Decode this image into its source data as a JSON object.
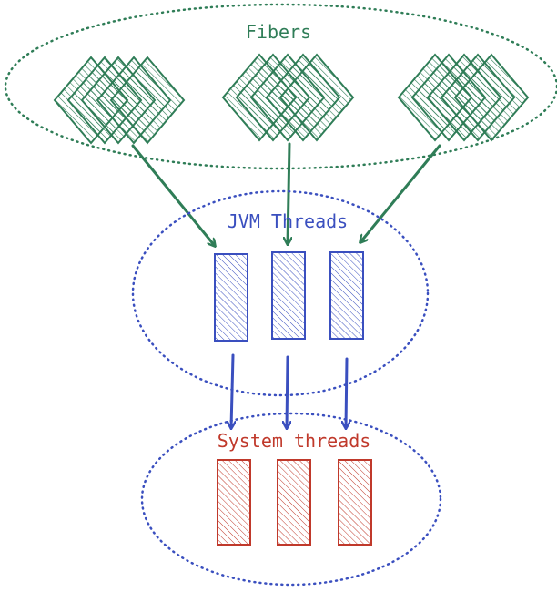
{
  "groups": {
    "fibers": {
      "label": "Fibers",
      "color": "#2f7d57",
      "cluster_count": 3
    },
    "jvm_threads": {
      "label": "JVM Threads",
      "color": "#3a4fbf",
      "thread_count": 3
    },
    "system_threads": {
      "label": "System threads",
      "color": "#c0392b",
      "thread_count": 3
    }
  },
  "ellipse_border_color": "#3a4fbf"
}
